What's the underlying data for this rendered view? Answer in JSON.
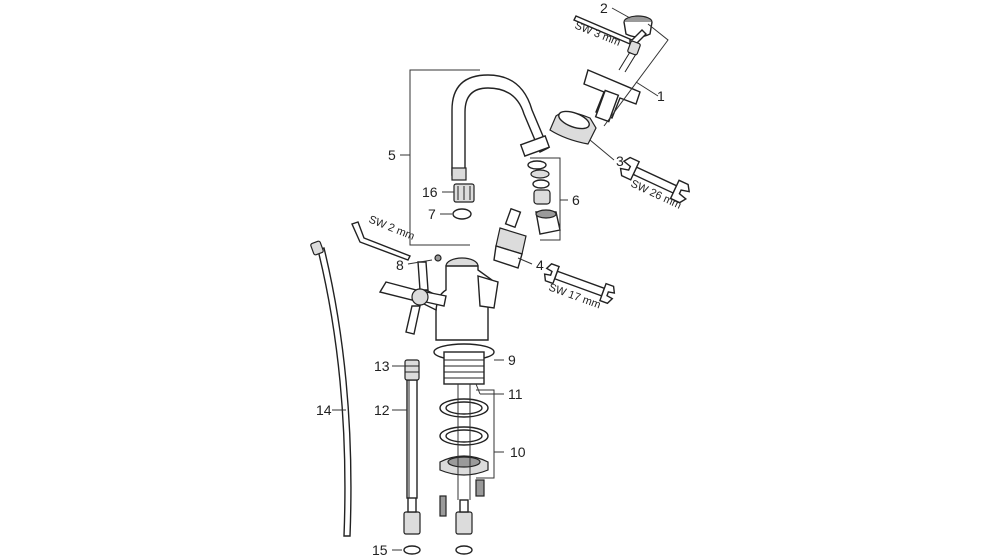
{
  "callouts": {
    "c1": "1",
    "c2": "2",
    "c3": "3",
    "c4": "4",
    "c5": "5",
    "c6": "6",
    "c7": "7",
    "c8": "8",
    "c9": "9",
    "c10": "10",
    "c11": "11",
    "c12": "12",
    "c13": "13",
    "c14": "14",
    "c15": "15",
    "c16": "16"
  },
  "tools": {
    "hex3": "SW 3 mm",
    "hex2": "SW 2 mm",
    "wrench26": "SW 26 mm",
    "wrench17": "SW 17 mm"
  }
}
